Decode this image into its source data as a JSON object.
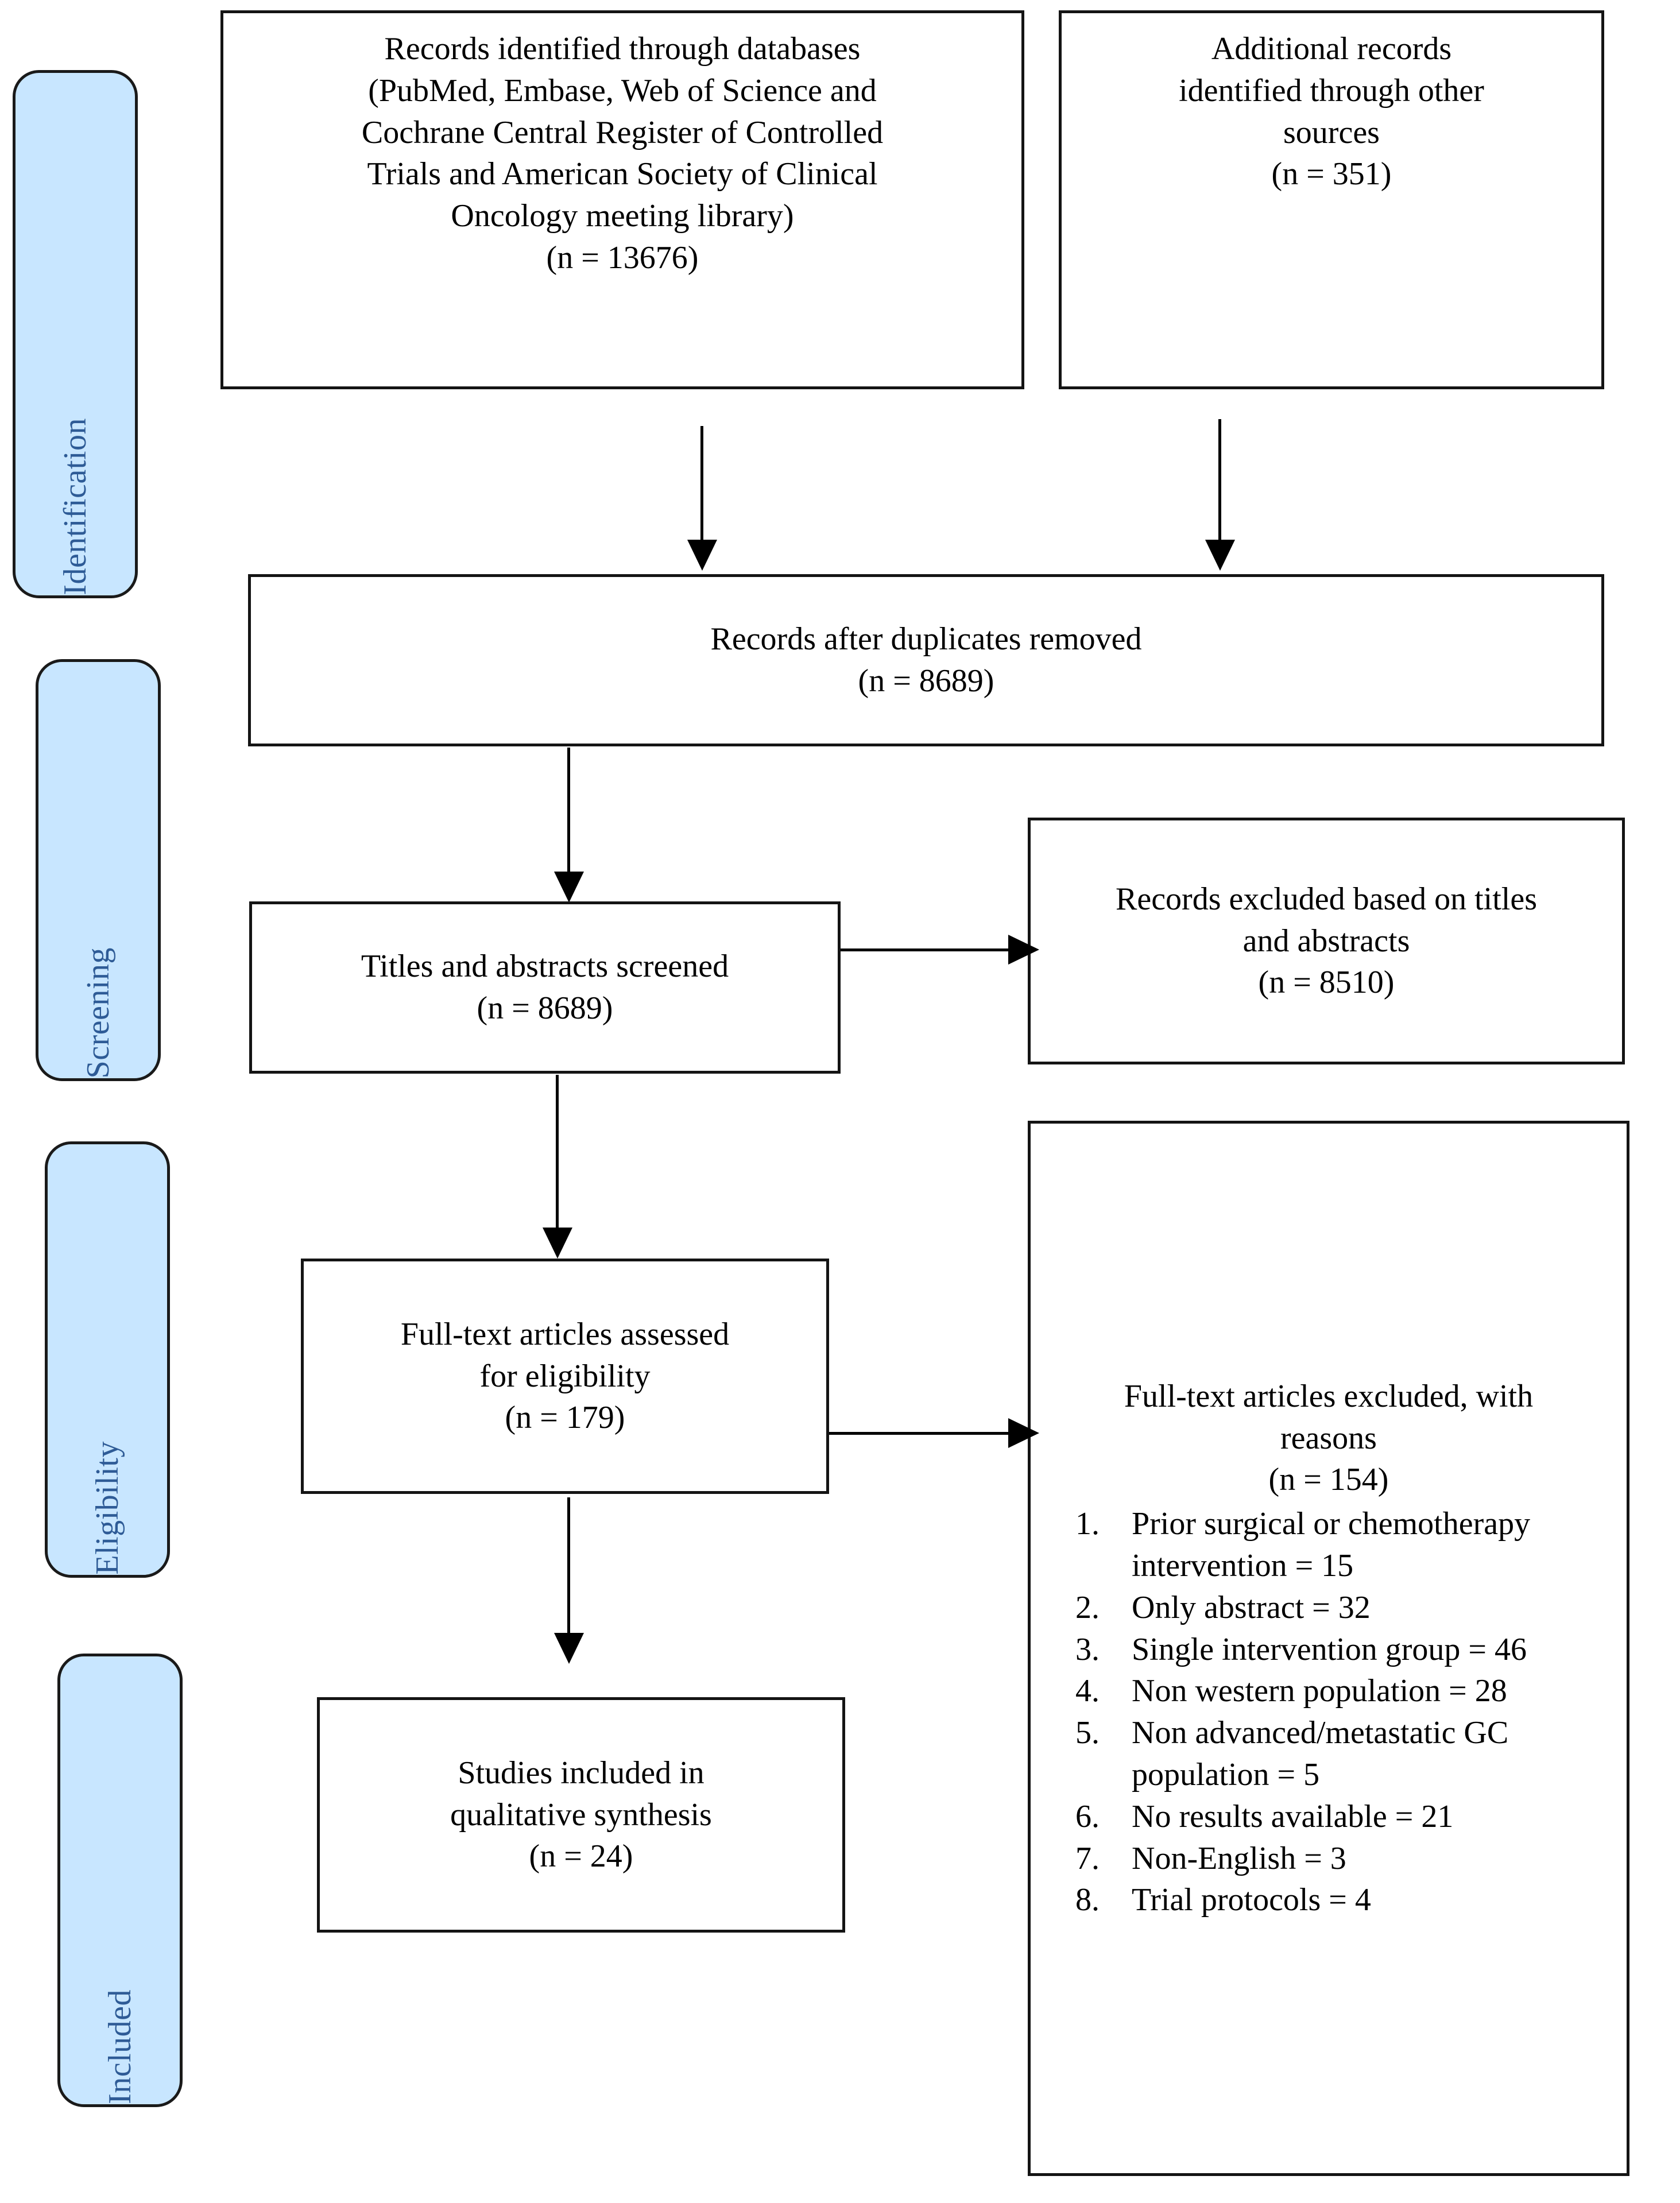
{
  "diagram": {
    "title": "PRISMA study selection flow diagram",
    "accent_blue": "#c8e6ff",
    "label_blue": "#2e5b96",
    "line_color": "#000000"
  },
  "stages": [
    {
      "key": "identification",
      "label": "Identification"
    },
    {
      "key": "screening",
      "label": "Screening"
    },
    {
      "key": "eligibility",
      "label": "Eligibility"
    },
    {
      "key": "included",
      "label": "Included"
    }
  ],
  "boxes": {
    "records_identified": {
      "text": "Records identified through databases\n(PubMed, Embase, Web of Science and\nCochrane Central Register of Controlled\nTrials and  American Society of Clinical\nOncology meeting library)\n(n = 13676)"
    },
    "additional_records": {
      "text": "Additional records\nidentified through other\nsources\n(n = 351)"
    },
    "after_duplicates": {
      "text": "Records after duplicates removed\n(n = 8689)"
    },
    "titles_screened": {
      "text": "Titles and abstracts screened\n(n = 8689)"
    },
    "records_excluded": {
      "text": "Records excluded based on titles\nand abstracts\n(n = 8510)"
    },
    "fulltext_assessed": {
      "text": "Full-text articles assessed\nfor eligibility\n(n = 179)"
    },
    "studies_included": {
      "text": "Studies included in\nqualitative synthesis\n(n = 24)"
    },
    "fulltext_excluded": {
      "heading": "Full-text articles excluded, with\nreasons\n(n = 154)",
      "reasons": [
        "Prior surgical or chemotherapy intervention = 15",
        "Only abstract = 32",
        "Single intervention group = 46",
        "Non western population = 28",
        "Non advanced/metastatic GC population = 5",
        "No results available = 21",
        "Non-English = 3",
        "Trial protocols = 4"
      ]
    }
  },
  "chart_data": {
    "type": "diagram",
    "title": "PRISMA flow diagram",
    "nodes": [
      {
        "id": "records_identified",
        "stage": "Identification",
        "n": 13676
      },
      {
        "id": "additional_records",
        "stage": "Identification",
        "n": 351
      },
      {
        "id": "after_duplicates",
        "stage": "Screening",
        "n": 8689
      },
      {
        "id": "titles_screened",
        "stage": "Screening",
        "n": 8689
      },
      {
        "id": "records_excluded",
        "stage": "Screening",
        "n": 8510
      },
      {
        "id": "fulltext_assessed",
        "stage": "Eligibility",
        "n": 179
      },
      {
        "id": "fulltext_excluded",
        "stage": "Eligibility",
        "n": 154
      },
      {
        "id": "studies_included",
        "stage": "Included",
        "n": 24
      }
    ],
    "exclusion_breakdown": [
      {
        "reason": "Prior surgical or chemotherapy intervention",
        "n": 15
      },
      {
        "reason": "Only abstract",
        "n": 32
      },
      {
        "reason": "Single intervention group",
        "n": 46
      },
      {
        "reason": "Non western population",
        "n": 28
      },
      {
        "reason": "Non advanced/metastatic GC population",
        "n": 5
      },
      {
        "reason": "No results available",
        "n": 21
      },
      {
        "reason": "Non-English",
        "n": 3
      },
      {
        "reason": "Trial protocols",
        "n": 4
      }
    ],
    "edges": [
      {
        "from": "records_identified",
        "to": "after_duplicates"
      },
      {
        "from": "additional_records",
        "to": "after_duplicates"
      },
      {
        "from": "after_duplicates",
        "to": "titles_screened"
      },
      {
        "from": "titles_screened",
        "to": "records_excluded"
      },
      {
        "from": "titles_screened",
        "to": "fulltext_assessed"
      },
      {
        "from": "fulltext_assessed",
        "to": "fulltext_excluded"
      },
      {
        "from": "fulltext_assessed",
        "to": "studies_included"
      }
    ]
  }
}
